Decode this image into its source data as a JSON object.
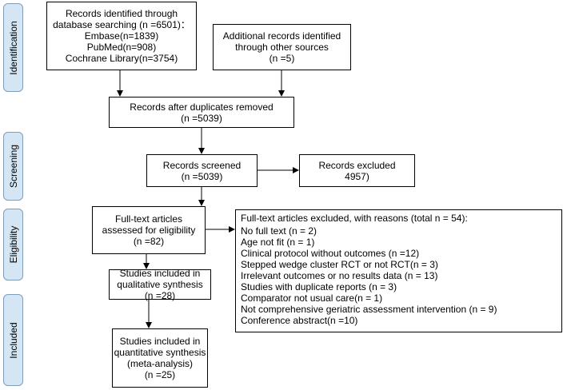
{
  "stages": {
    "identification": "Identification",
    "screening": "Screening",
    "eligibility": "Eligibility",
    "included": "Included"
  },
  "boxes": {
    "database": [
      "Records identified through",
      "database searching (n =6501)：",
      "Embase(n=1839)",
      "PubMed(n=908)",
      "Cochrane Library(n=3754)"
    ],
    "additional": [
      "Additional records identified",
      "through other sources",
      "(n =5)"
    ],
    "duplicates": [
      "Records after duplicates removed",
      "(n =5039)"
    ],
    "screened": [
      "Records screened",
      "(n =5039)"
    ],
    "excluded": [
      "Records excluded",
      "4957)"
    ],
    "fulltext": [
      "Full-text articles",
      "assessed for eligibility",
      "(n =82)"
    ],
    "fulltext_excluded": [
      "Full-text articles excluded,  with reasons (total n = 54):",
      "No full text (n = 2)",
      "Age not fit (n = 1)",
      "Clinical protocol without outcomes (n =12)",
      "Stepped wedge cluster RCT or not RCT(n = 3)",
      "Irrelevant outcomes or no results data (n = 13)",
      "Studies with duplicate reports (n = 3)",
      "Comparator not usual care(n = 1)",
      "Not  comprehensive geriatric assessment intervention (n = 9)",
      "Conference abstract(n =10)"
    ],
    "qualitative": [
      "Studies included in",
      "qualitative synthesis",
      "(n =28)"
    ],
    "quantitative": [
      "Studies included in",
      "quantitative synthesis",
      "(meta-analysis)",
      "(n =25)"
    ]
  }
}
